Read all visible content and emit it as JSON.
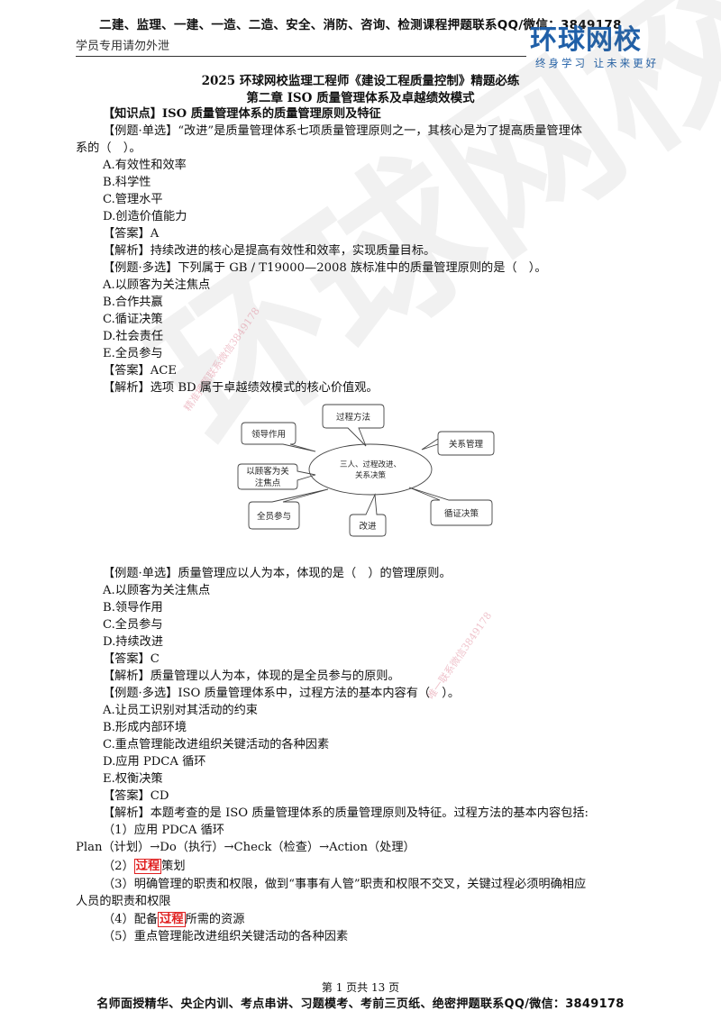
{
  "header": {
    "banner": "二建、监理、一建、一造、二造、安全、消防、咨询、检测课程押题联系QQ/微信：3849178",
    "left": "学员专用请勿外泄",
    "logo_main": "环球网校",
    "logo_sub": "终身学习 让未来更好"
  },
  "watermark": {
    "big": "环球网校",
    "small_1": "精准押题联系微信3849178",
    "small_2": "唯一联系微信3849178"
  },
  "title_1": "2025 环球网校监理工程师《建设工程质量控制》精题必练",
  "title_2": "第二章 ISO 质量管理体系及卓越绩效模式",
  "lines": [
    "【知识点】ISO 质量管理体系的质量管理原则及特征",
    "【例题·单选】“改进”是质量管理体系七项质量管理原则之一，其核心是为了提高质量管理体",
    "系的（　）。",
    "A.有效性和效率",
    "B.科学性",
    "C.管理水平",
    "D.创造价值能力",
    "【答案】A",
    "【解析】持续改进的核心是提高有效性和效率，实现质量目标。",
    "【例题·多选】下列属于 GB / T19000—2008 族标准中的质量管理原则的是（　）。",
    "A.以顾客为关注焦点",
    "B.合作共赢",
    "C.循证决策",
    "D.社会责任",
    "E.全员参与",
    "【答案】ACE",
    "【解析】选项 BD 属于卓越绩效模式的核心价值观。",
    "【例题·单选】质量管理应以人为本，体现的是（　）的管理原则。",
    "A.以顾客为关注焦点",
    "B.领导作用",
    "C.全员参与",
    "D.持续改进",
    "【答案】C",
    "【解析】质量管理以人为本，体现的是全员参与的原则。",
    "【例题·多选】ISO 质量管理体系中，过程方法的基本内容有（　）。",
    "A.让员工识别对其活动的约束",
    "B.形成内部环境",
    "C.重点管理能改进组织关键活动的各种因素",
    "D.应用 PDCA 循环",
    "E.权衡决策",
    "【答案】CD",
    "【解析】本题考查的是 ISO 质量管理体系的质量管理原则及特征。过程方法的基本内容包括:",
    "（1）应用 PDCA 循环",
    "Plan（计划）→Do（执行）→Check（检查）→Action（处理）",
    "（3）明确管理的职责和权限，做到“事事有人管”职责和权限不交叉，关键过程必须明确相应",
    "人员的职责和权限",
    "（5）重点管理能改进组织关键活动的各种因素"
  ],
  "line_2": {
    "pre": "（2）",
    "hl": "过程",
    "post": "策划"
  },
  "line_4": {
    "pre": "（4）配备",
    "hl": "过程",
    "post": "所需的资源"
  },
  "diagram": {
    "center_1": "三人、过程改进、",
    "center_2": "关系决策",
    "n1": "过程方法",
    "n2": "领导作用",
    "n3": "关系管理",
    "n4_1": "以顾客为关",
    "n4_2": "注焦点",
    "n5": "全员参与",
    "n6": "改进",
    "n7": "循证决策"
  },
  "footer": {
    "page": "第 1 页共 13 页",
    "line": "名师面授精华、央企内训、考点串讲、习题模考、考前三页纸、绝密押题联系QQ/微信：3849178"
  }
}
